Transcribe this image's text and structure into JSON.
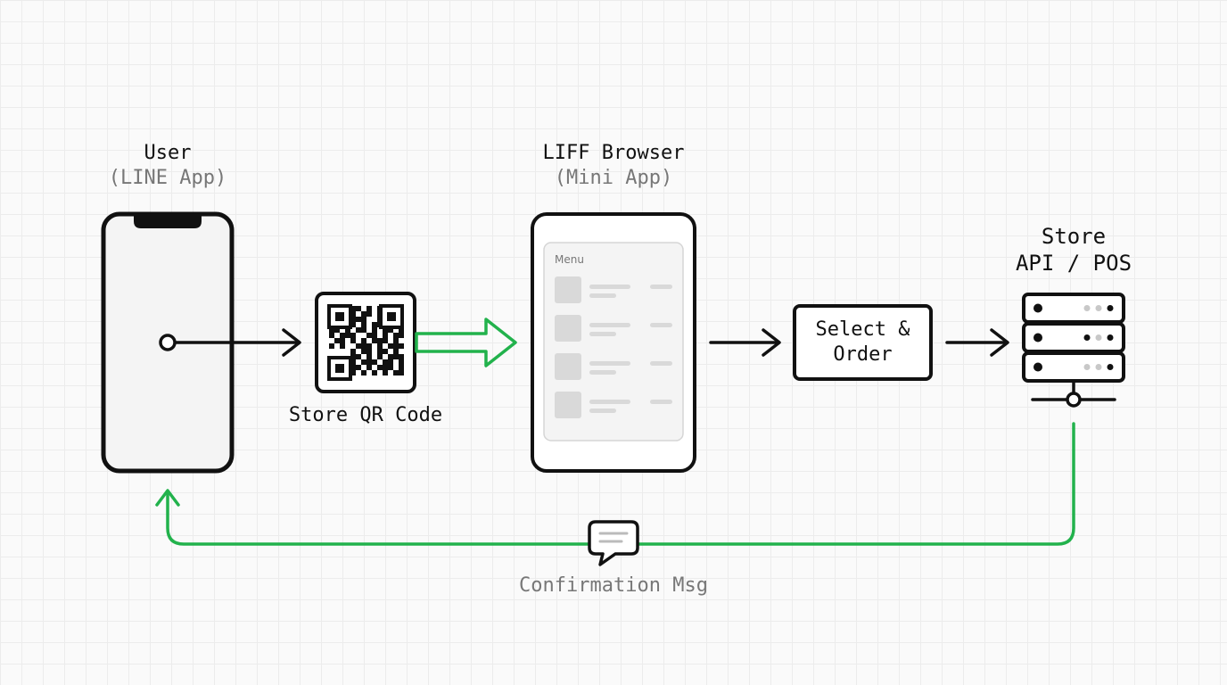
{
  "nodes": {
    "user": {
      "title": "User",
      "subtitle": "(LINE App)"
    },
    "qr": {
      "label": "Store QR Code"
    },
    "liff": {
      "title": "LIFF Browser",
      "subtitle": "(Mini App)",
      "menu_label": "Menu"
    },
    "order": {
      "line1": "Select &",
      "line2": "Order"
    },
    "store": {
      "line1": "Store",
      "line2": "API / POS"
    }
  },
  "edges": {
    "confirmation": {
      "label": "Confirmation Msg"
    }
  },
  "colors": {
    "stroke": "#111111",
    "accent_green": "#22b24c",
    "muted_text": "#777777",
    "placeholder": "#d9d9d9"
  },
  "icons": [
    "phone-icon",
    "qr-code-icon",
    "tablet-icon",
    "server-icon",
    "chat-bubble-icon"
  ]
}
